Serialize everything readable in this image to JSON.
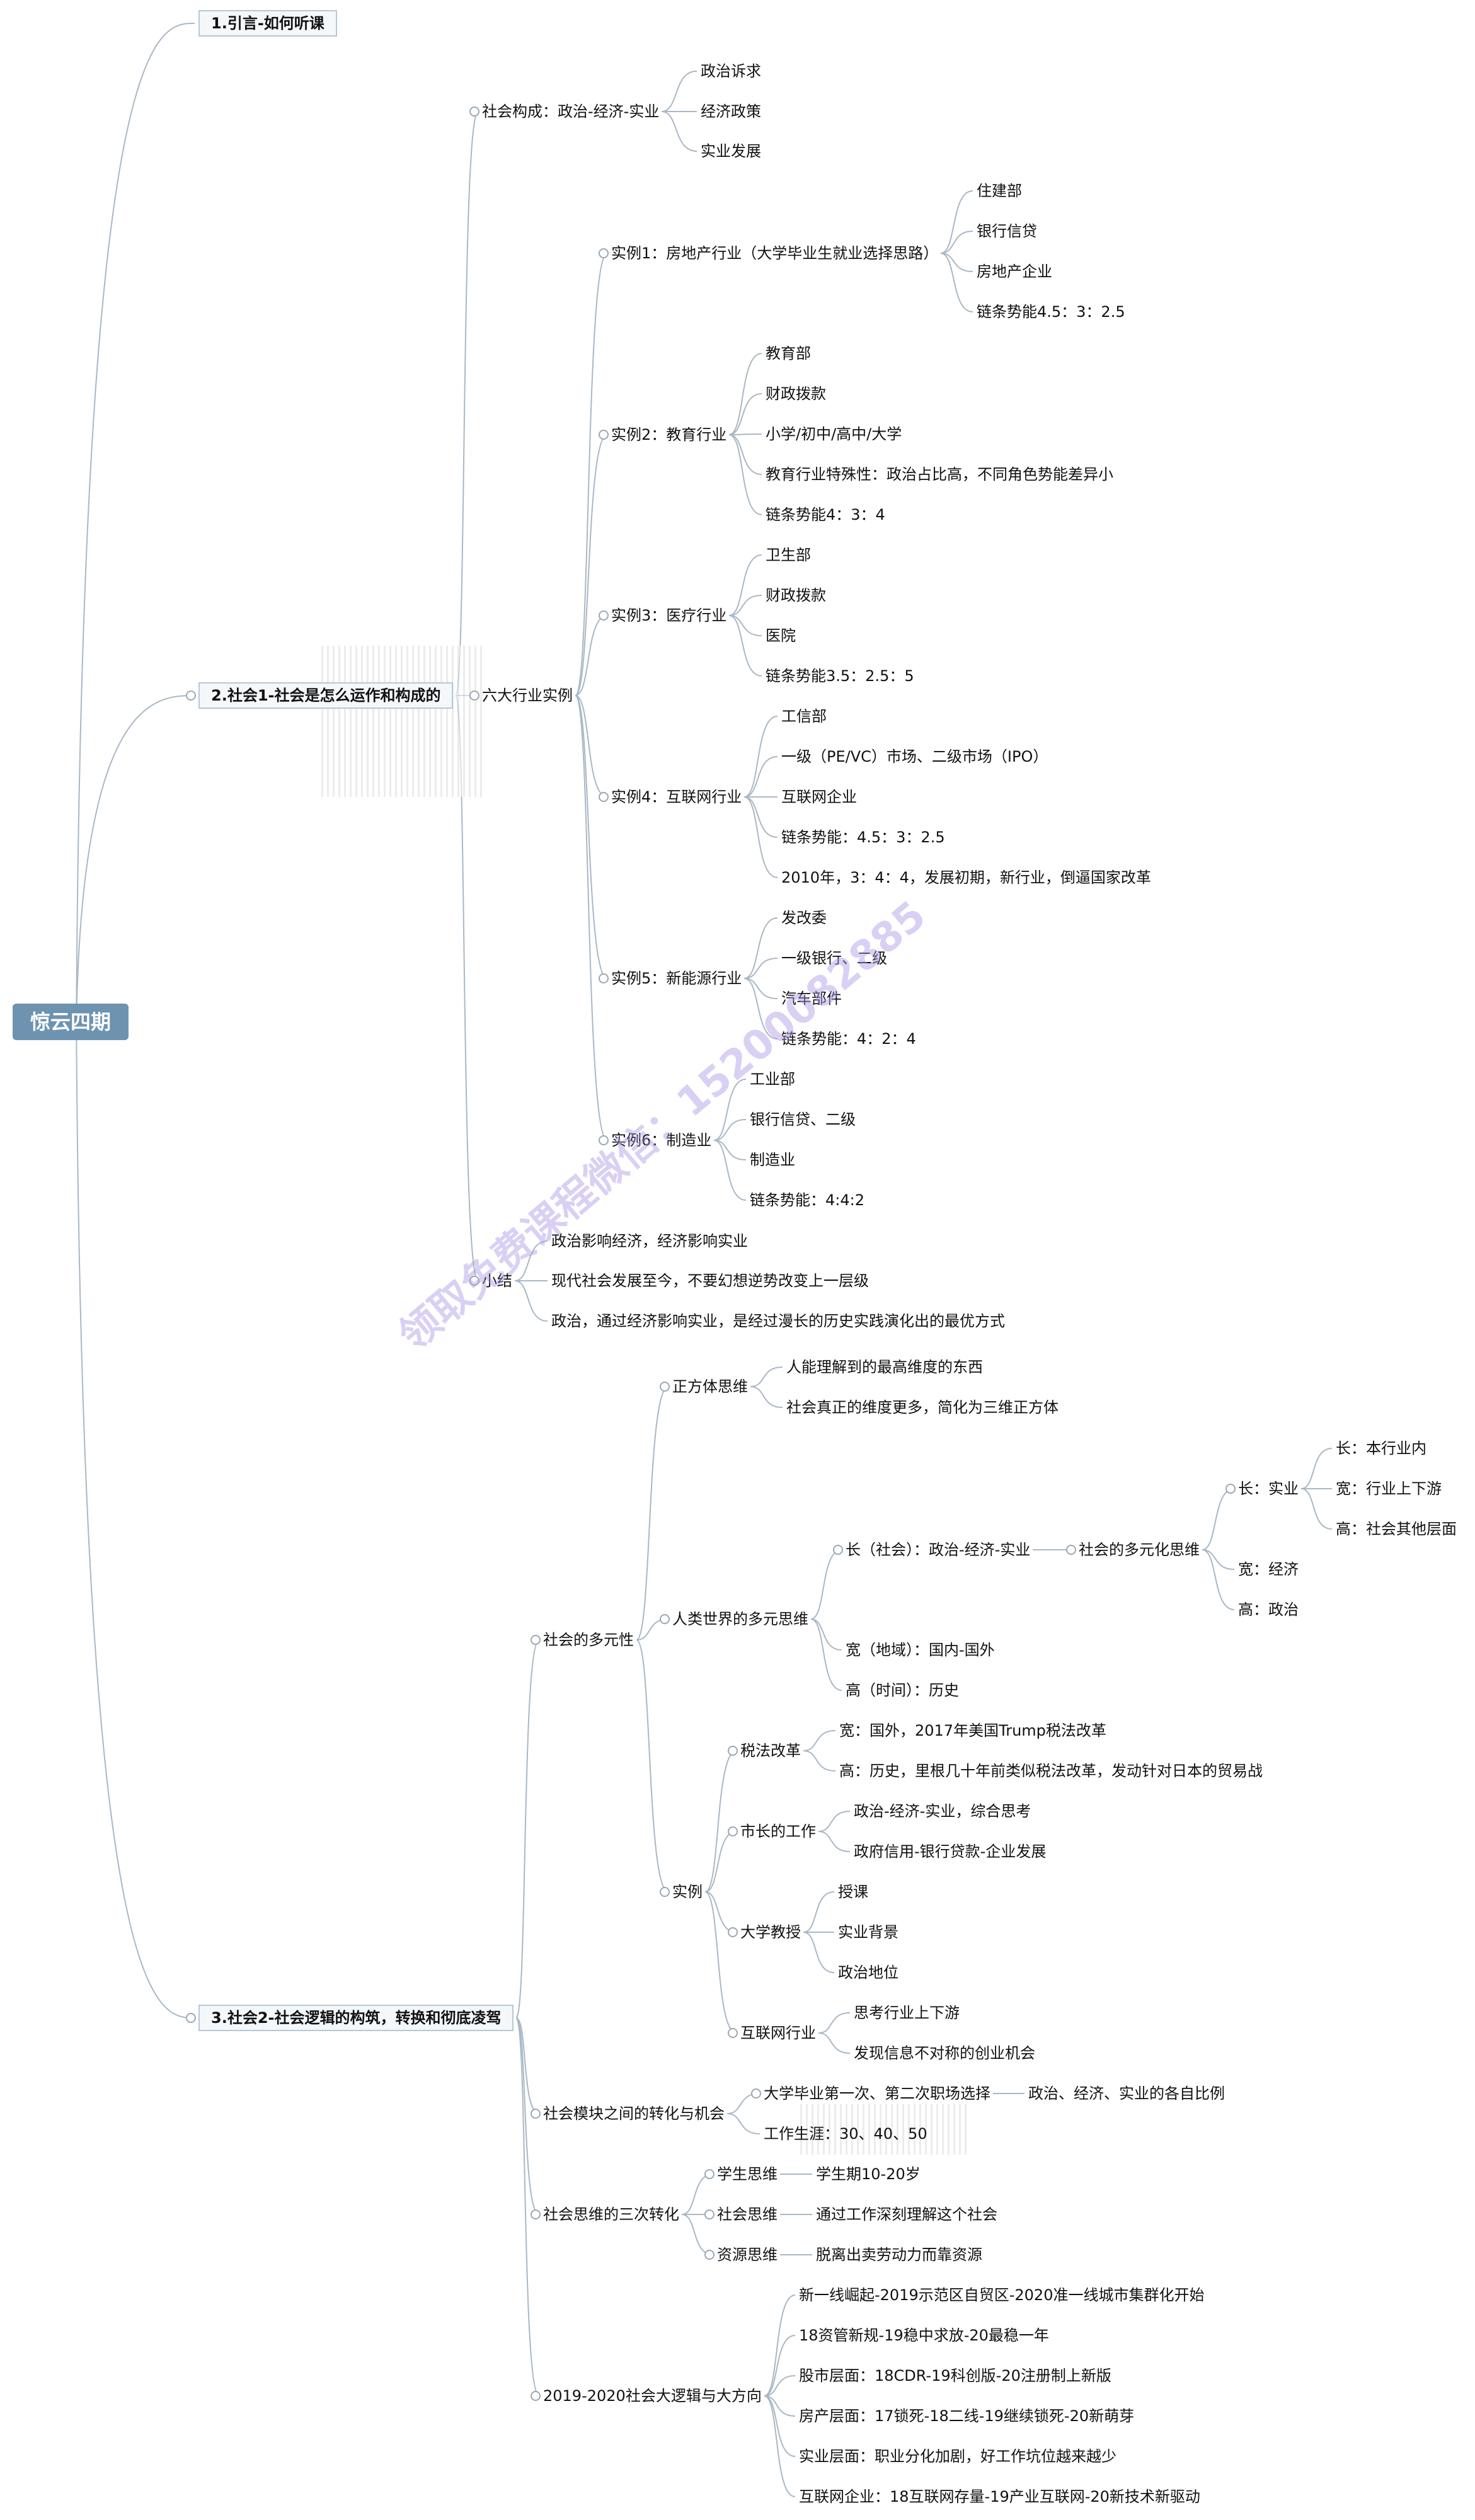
{
  "root": "惊云四期",
  "watermark": "领取免费课程微信：15200082885",
  "b1": "1.引言-如何听课",
  "b2": "2.社会1-社会是怎么运作和构成的",
  "b3": "3.社会2-社会逻辑的构筑，转换和彻底凌驾",
  "s2a": "社会构成：政治-经济-实业",
  "s2a_c": [
    "政治诉求",
    "经济政策",
    "实业发展"
  ],
  "s2b": "六大行业实例",
  "ex": [
    {
      "t": "实例1：房地产行业（大学毕业生就业选择思路）",
      "c": [
        "住建部",
        "银行信贷",
        "房地产企业",
        "链条势能4.5：3：2.5"
      ]
    },
    {
      "t": "实例2：教育行业",
      "c": [
        "教育部",
        "财政拨款",
        "小学/初中/高中/大学",
        "教育行业特殊性：政治占比高，不同角色势能差异小",
        "链条势能4：3：4"
      ]
    },
    {
      "t": "实例3：医疗行业",
      "c": [
        "卫生部",
        "财政拨款",
        "医院",
        "链条势能3.5：2.5：5"
      ]
    },
    {
      "t": "实例4：互联网行业",
      "c": [
        "工信部",
        "一级（PE/VC）市场、二级市场（IPO）",
        "互联网企业",
        "链条势能：4.5：3：2.5",
        "2010年，3：4：4，发展初期，新行业，倒逼国家改革"
      ]
    },
    {
      "t": "实例5：新能源行业",
      "c": [
        "发改委",
        "一级银行、二级",
        "汽车部件",
        "链条势能：4：2：4"
      ]
    },
    {
      "t": "实例6：制造业",
      "c": [
        "工业部",
        "银行信贷、二级",
        "制造业",
        "链条势能：4:4:2"
      ]
    }
  ],
  "s2c": "小结",
  "s2c_c": [
    "政治影响经济，经济影响实业",
    "现代社会发展至今，不要幻想逆势改变上一层级",
    "政治，通过经济影响实业，是经过漫长的历史实践演化出的最优方式"
  ],
  "s3a": "社会的多元性",
  "cube": "正方体思维",
  "cube_c": [
    "人能理解到的最高维度的东西",
    "社会真正的维度更多，简化为三维正方体"
  ],
  "multi": "人类世界的多元思维",
  "len": "长（社会）：政治-经济-实业",
  "multi2": "社会的多元化思维",
  "len2": "长：实业",
  "len2_c": [
    "长：本行业内",
    "宽：行业上下游",
    "高：社会其他层面"
  ],
  "wid2": "宽：经济",
  "hei2": "高：政治",
  "wid": "宽（地域）：国内-国外",
  "hei": "高（时间）：历史",
  "cases": "实例",
  "tax": "税法改革",
  "tax_c": [
    "宽：国外，2017年美国Trump税法改革",
    "高：历史，里根几十年前类似税法改革，发动针对日本的贸易战"
  ],
  "mayor": "市长的工作",
  "mayor_c": [
    "政治-经济-实业，综合思考",
    "政府信用-银行贷款-企业发展"
  ],
  "prof": "大学教授",
  "prof_c": [
    "授课",
    "实业背景",
    "政治地位"
  ],
  "inet": "互联网行业",
  "inet_c": [
    "思考行业上下游",
    "发现信息不对称的创业机会"
  ],
  "s3b": "社会模块之间的转化与机会",
  "grad": "大学毕业第一次、第二次职场选择",
  "grad2": "政治、经济、实业的各自比例",
  "career": "工作生涯：30、40、50",
  "s3c": "社会思维的三次转化",
  "t3": [
    {
      "a": "学生思维",
      "b": "学生期10-20岁"
    },
    {
      "a": "社会思维",
      "b": "通过工作深刻理解这个社会"
    },
    {
      "a": "资源思维",
      "b": "脱离出卖劳动力而靠资源"
    }
  ],
  "s3d": "2019-2020社会大逻辑与大方向",
  "s3d_c": [
    "新一线崛起-2019示范区自贸区-2020准一线城市集群化开始",
    "18资管新规-19稳中求放-20最稳一年",
    "股市层面：18CDR-19科创版-20注册制上新版",
    "房产层面：17锁死-18二线-19继续锁死-20新萌芽",
    "实业层面：职业分化加剧，好工作坑位越来越少",
    "互联网企业：18互联网存量-19产业互联网-20新技术新驱动"
  ]
}
